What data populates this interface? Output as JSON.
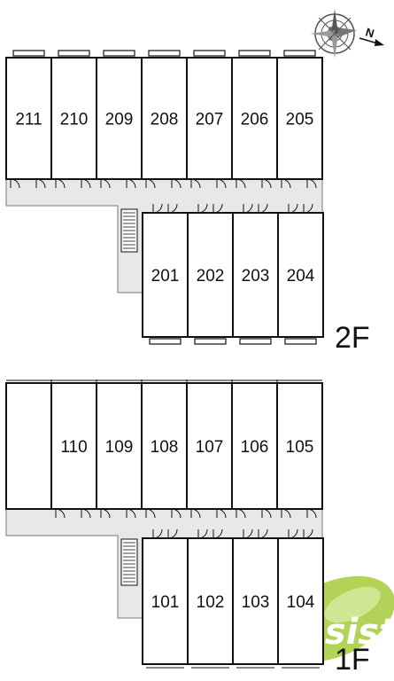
{
  "compass": {
    "label": "N"
  },
  "floors": [
    {
      "label": "2F",
      "top_row": [
        "211",
        "210",
        "209",
        "208",
        "207",
        "206",
        "205"
      ],
      "bottom_row": [
        "201",
        "202",
        "203",
        "204"
      ]
    },
    {
      "label": "1F",
      "top_row": [
        "110",
        "109",
        "108",
        "107",
        "106",
        "105"
      ],
      "bottom_row": [
        "101",
        "102",
        "103",
        "104"
      ]
    }
  ],
  "watermark": {
    "text": "Assist",
    "color": "#a6cc3b"
  },
  "colors": {
    "corridor": "#e8e8e8",
    "wall": "#111111"
  }
}
